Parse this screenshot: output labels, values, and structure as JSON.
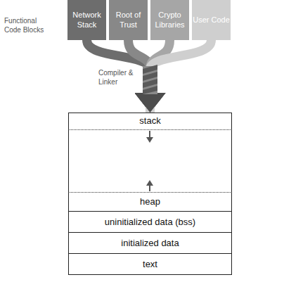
{
  "diagram": {
    "nodes": [
      {
        "text": [
          "Network Stack"
        ]
      },
      {
        "text": [
          "Root of Trust"
        ]
      },
      {
        "text": [
          "Crypto Libraries"
        ]
      },
      {
        "text": [
          "User Code"
        ]
      },
      {
        "text": [
          "stack"
        ]
      },
      {
        "text": [
          "heap"
        ]
      },
      {
        "text": [
          "uninitialized data (bss)"
        ]
      },
      {
        "text": [
          "initialized data"
        ]
      },
      {
        "text": [
          "text"
        ]
      }
    ],
    "edges": [
      {
        "from": 0,
        "to": 4,
        "arrow": "to"
      },
      {
        "from": 1,
        "to": 4,
        "arrow": "to"
      },
      {
        "from": 2,
        "to": 4,
        "arrow": "to"
      },
      {
        "from": 3,
        "to": 4,
        "arrow": "to"
      }
    ],
    "labels": [
      "Functional Code Blocks",
      "Compiler & Linker"
    ]
  }
}
